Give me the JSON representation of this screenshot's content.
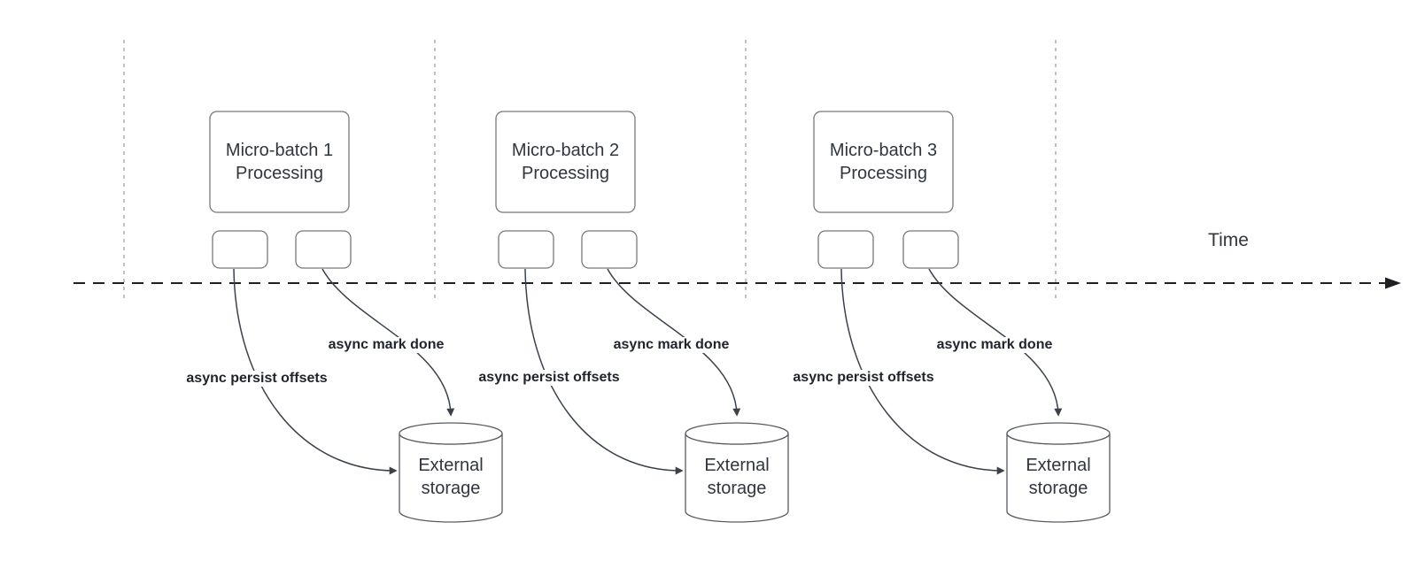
{
  "diagram": {
    "time_label": "Time"
  },
  "units": [
    {
      "box": {
        "line1": "Micro-batch 1",
        "line2": "Processing"
      },
      "persist_label": "async persist offsets",
      "mark_label": "async mark done",
      "storage": {
        "line1": "External",
        "line2": "storage"
      }
    },
    {
      "box": {
        "line1": "Micro-batch 2",
        "line2": "Processing"
      },
      "persist_label": "async persist offsets",
      "mark_label": "async mark done",
      "storage": {
        "line1": "External",
        "line2": "storage"
      }
    },
    {
      "box": {
        "line1": "Micro-batch 3",
        "line2": "Processing"
      },
      "persist_label": "async persist offsets",
      "mark_label": "async mark done",
      "storage": {
        "line1": "External",
        "line2": "storage"
      }
    }
  ],
  "colors": {
    "timeline": "#1d2025",
    "guideline": "#a5a9ad",
    "shape_border": "#75797e",
    "cylinder_border": "#565b60",
    "arrow": "#3b414b",
    "text_primary": "#30353f",
    "label_text": "#20242c"
  }
}
